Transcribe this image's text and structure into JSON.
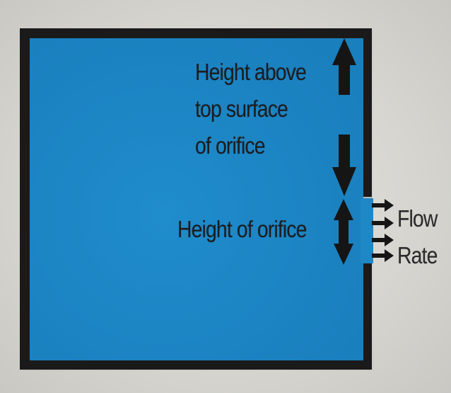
{
  "diagram": {
    "colors": {
      "water": "#1e87c6",
      "tank_wall": "#1a1a1a",
      "arrows": "#151515",
      "background": "#d9d8d3"
    },
    "labels": {
      "height_above_line1": "Height above",
      "height_above_line2": "top surface",
      "height_above_line3": "of orifice",
      "height_of_orifice": "Height of orifice",
      "flow_line1": "Flow",
      "flow_line2": "Rate"
    },
    "icons": {
      "up_arrow": "arrow-up-icon",
      "down_arrow": "arrow-down-icon",
      "double_arrow": "double-arrow-icon",
      "flow_arrows": "flow-arrow-icon"
    }
  }
}
